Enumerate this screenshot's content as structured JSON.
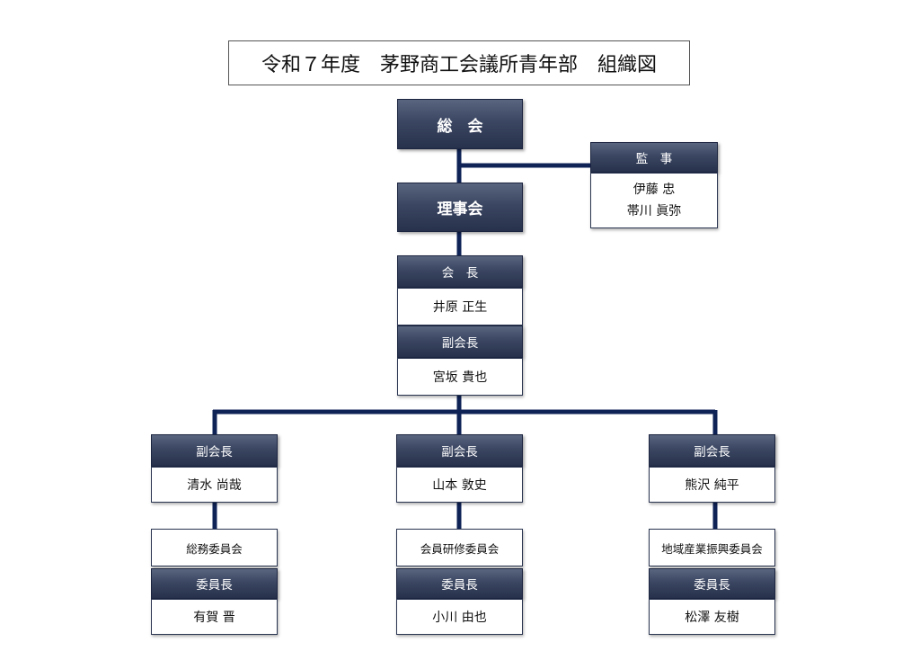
{
  "title": "令和７年度　茅野商工会議所青年部　組織図",
  "general_meeting": "総　会",
  "board": "理事会",
  "auditor": {
    "label": "監　事",
    "members": [
      "伊藤 忠",
      "帯川 眞弥"
    ]
  },
  "president": {
    "label": "会　長",
    "name": "井原 正生"
  },
  "vice_president_main": {
    "label": "副会長",
    "name": "宮坂 貴也"
  },
  "branches": [
    {
      "vp_label": "副会長",
      "vp_name": "清水 尚哉",
      "committee": "総務委員会",
      "chair_label": "委員長",
      "chair_name": "有賀 晋"
    },
    {
      "vp_label": "副会長",
      "vp_name": "山本 敦史",
      "committee": "会員研修委員会",
      "chair_label": "委員長",
      "chair_name": "小川 由也"
    },
    {
      "vp_label": "副会長",
      "vp_name": "熊沢 純平",
      "committee": "地域産業振興委員会",
      "chair_label": "委員長",
      "chair_name": "松澤 友樹"
    }
  ],
  "colors": {
    "header_fill": "#3b4662",
    "connector": "#0f2357",
    "border": "#2a3550"
  }
}
